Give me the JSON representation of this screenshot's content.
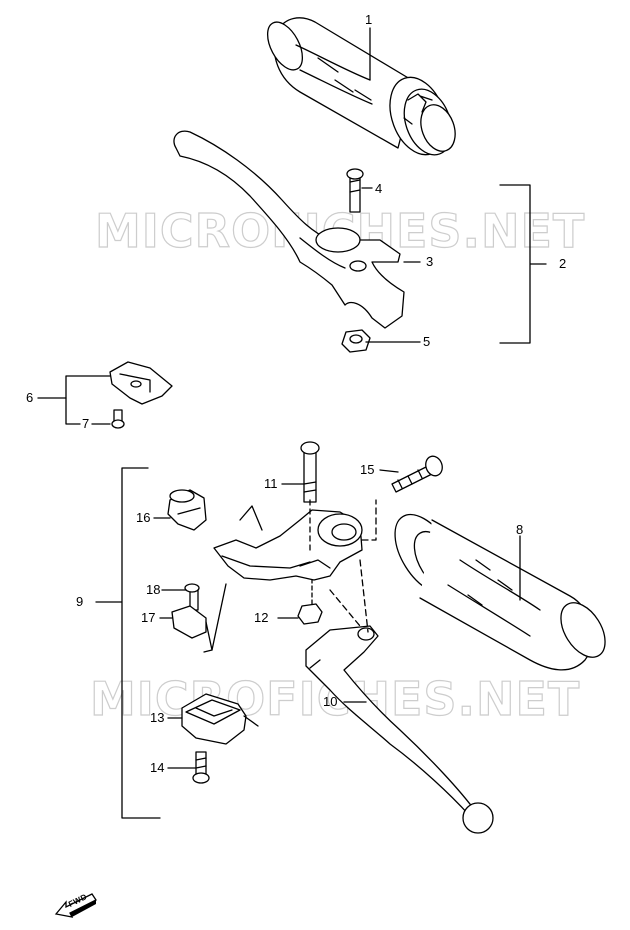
{
  "watermark": {
    "text": "MICROFICHES.NET"
  },
  "callouts": {
    "c1": "1",
    "c2": "2",
    "c3": "3",
    "c4": "4",
    "c5": "5",
    "c6": "6",
    "c7": "7",
    "c8": "8",
    "c9": "9",
    "c10": "10",
    "c11": "11",
    "c12": "12",
    "c13": "13",
    "c14": "14",
    "c15": "15",
    "c16": "16",
    "c17": "17",
    "c18": "18"
  },
  "fwd_label": "FWD",
  "colors": {
    "ink": "#000000",
    "watermark_stroke": "#c8c8c8",
    "background": "#ffffff"
  }
}
